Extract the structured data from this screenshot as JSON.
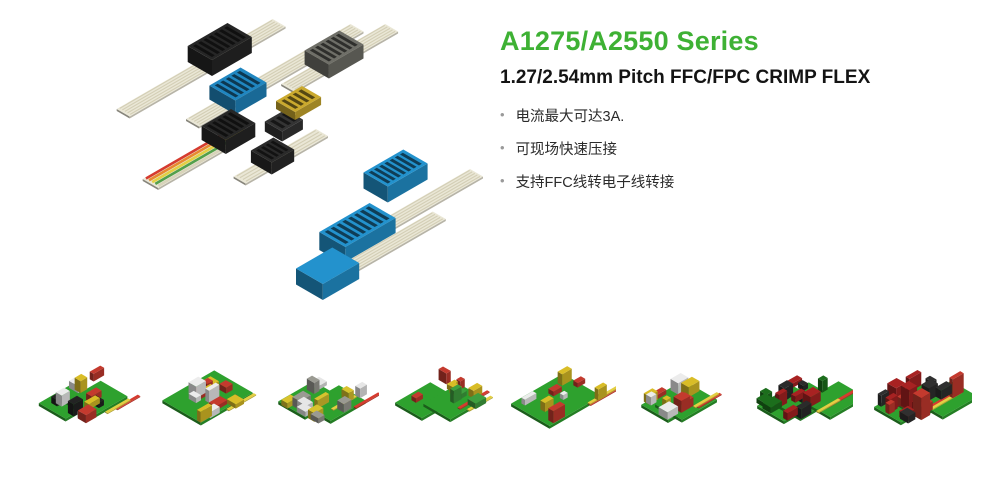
{
  "product": {
    "title": "A1275/A2550 Series",
    "subtitle": "1.27/2.54mm Pitch FFC/FPC CRIMP FLEX",
    "accent_color": "#3eb134",
    "features": [
      "电流最大可达3A.",
      "可现场快速压接",
      "支持FFC线转电子线转接"
    ]
  },
  "hero": {
    "illustration": "ffc-fpc-crimp-connectors-with-ribbon-cables"
  },
  "gallery": {
    "items": [
      {
        "name": "pcb-assembly-sample-1"
      },
      {
        "name": "pcb-assembly-sample-2"
      },
      {
        "name": "pcb-assembly-sample-3"
      },
      {
        "name": "pcb-assembly-sample-4"
      },
      {
        "name": "pcb-assembly-sample-5"
      },
      {
        "name": "pcb-assembly-sample-6"
      },
      {
        "name": "pcb-assembly-sample-7"
      },
      {
        "name": "pcb-assembly-sample-8"
      }
    ]
  }
}
